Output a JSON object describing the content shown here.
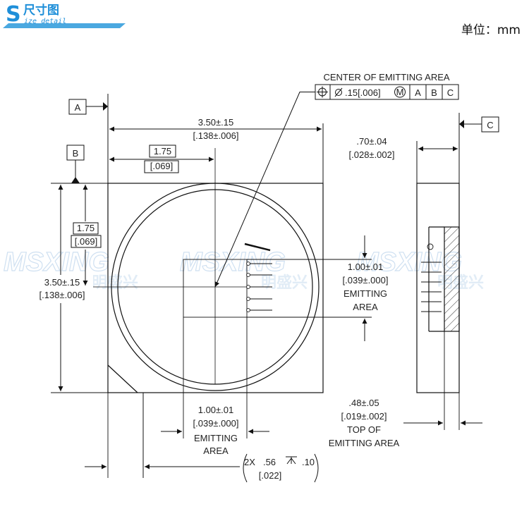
{
  "header": {
    "logo_letter": "S",
    "logo_title": "尺寸图",
    "logo_subtitle": "ize detail",
    "unit_label": "单位：mm"
  },
  "watermark": {
    "brand": "MSXING",
    "brand_cn": "明盛兴"
  },
  "datums": {
    "a": "A",
    "b": "B",
    "c": "C"
  },
  "feature_control": {
    "title": "CENTER OF EMITTING AREA",
    "tolerance": ".15[.006]",
    "modifier": "M",
    "refs": [
      "A",
      "B",
      "C"
    ]
  },
  "dimensions": {
    "width_mm": "3.50±.15",
    "width_in": "[.138±.006]",
    "half_width_mm": "1.75",
    "half_width_in": "[.069]",
    "height_mm": "3.50±.15",
    "height_in": "[.138±.006]",
    "half_height_mm": "1.75",
    "half_height_in": "[.069]",
    "thickness_mm": ".70±.04",
    "thickness_in": "[.028±.002]",
    "emit_v_mm": "1.00±.01",
    "emit_v_in": "[.039±.000]",
    "emit_v_l1": "EMITTING",
    "emit_v_l2": "AREA",
    "emit_h_mm": "1.00±.01",
    "emit_h_in": "[.039±.000]",
    "emit_h_l1": "EMITTING",
    "emit_h_l2": "AREA",
    "top_mm": ".48±.05",
    "top_in": "[.019±.002]",
    "top_l1": "TOP OF",
    "top_l2": "EMITTING AREA",
    "chamfer_prefix": "2X",
    "chamfer_mm": ".56",
    "chamfer_depth": ".10",
    "chamfer_in": "[.022]"
  }
}
